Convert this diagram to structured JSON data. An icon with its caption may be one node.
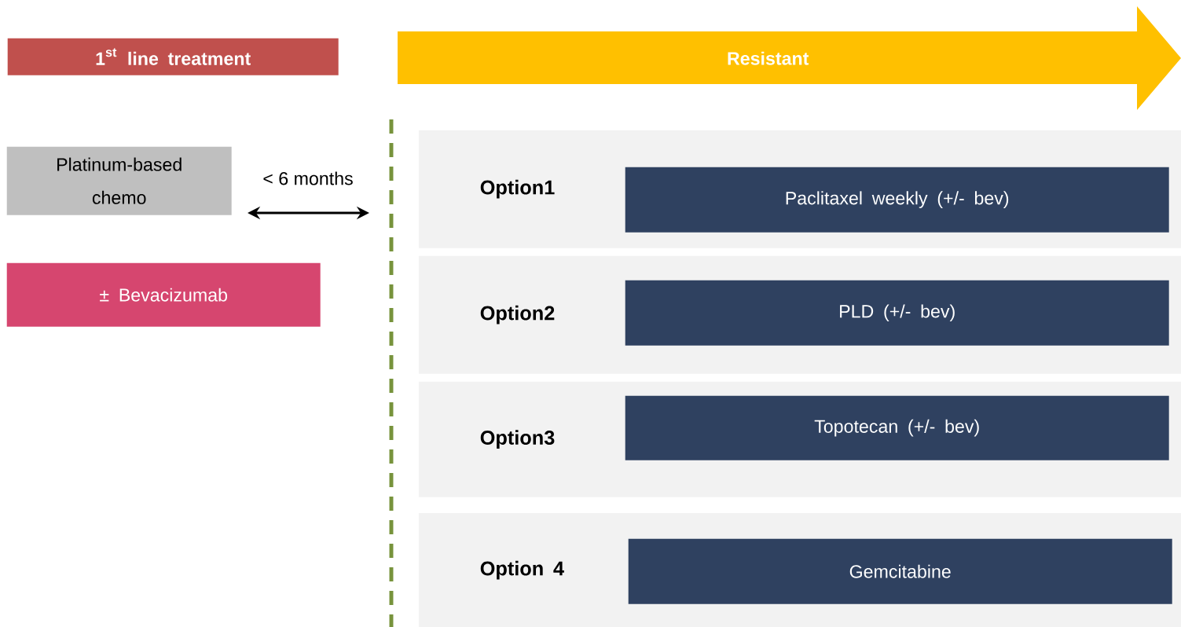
{
  "diagram": {
    "nodes": [
      {
        "text": [
          "1$^{st}$ line treatment"
        ]
      },
      {
        "text": [
          "Resistant"
        ]
      },
      {
        "text": [
          "Platinum-based chemo"
        ]
      },
      {
        "text": [
          "± Bevacizumab"
        ]
      },
      {
        "text": [
          "Option1"
        ]
      },
      {
        "text": [
          "Paclitaxel weekly (+/- bev)"
        ],
        "in": 4
      },
      {
        "text": [
          "Option2"
        ]
      },
      {
        "text": [
          "PLD (+/- bev)"
        ],
        "in": 6
      },
      {
        "text": [
          "Option3"
        ]
      },
      {
        "text": [
          "Topotecan (+/- bev)"
        ],
        "in": 8
      },
      {
        "text": [
          "Option 4"
        ]
      },
      {
        "text": [
          "Gemcitabine"
        ],
        "in": 10
      }
    ],
    "labels": [
      "< 6 months"
    ]
  }
}
